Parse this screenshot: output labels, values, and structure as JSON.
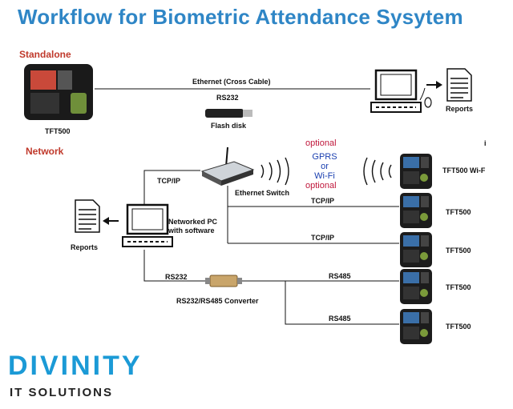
{
  "title": "Workflow for Biometric Attendance Sysytem",
  "sections": {
    "standalone": "Standalone",
    "network": "Network"
  },
  "standalone": {
    "device_label": "TFT500",
    "ethernet_label": "Ethernet  (Cross Cable)",
    "rs232_label": "RS232",
    "flash_label": "Flash disk",
    "reports_label": "Reports"
  },
  "network": {
    "switch_label": "Ethernet Switch",
    "tcpip_pc_label": "TCP/IP",
    "pc_label_line1": "Networked PC",
    "pc_label_line2": "with software",
    "reports_label": "Reports",
    "rs232_label": "RS232",
    "converter_label": "RS232/RS485 Converter",
    "optional_top": "optional",
    "optional_bottom": "optional",
    "wireless_line1": "GPRS",
    "wireless_line2": "or",
    "wireless_line3": "Wi-Fi",
    "mark": "i",
    "devices": [
      {
        "label": "TFT500 Wi-F",
        "link": ""
      },
      {
        "label": "TFT500",
        "link": "TCP/IP"
      },
      {
        "label": "TFT500",
        "link": "TCP/IP"
      },
      {
        "label": "TFT500",
        "link": "RS485"
      },
      {
        "label": "TFT500",
        "link": "RS485"
      }
    ]
  },
  "logo": {
    "brand": "DIVINITY",
    "tagline": "IT SOLUTIONS"
  },
  "colors": {
    "title": "#2f86c6",
    "section": "#c0392b",
    "optional": "#c0183c",
    "wireless": "#1a3fb0",
    "logo_blue": "#1b9ad6"
  }
}
